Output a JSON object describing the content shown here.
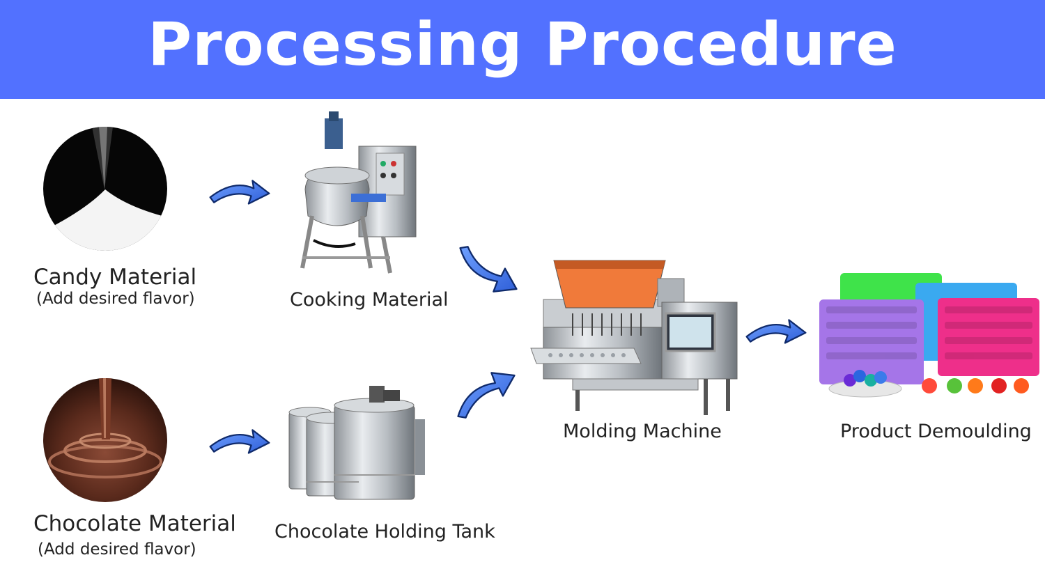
{
  "title": "Processing Procedure",
  "colors": {
    "banner": "#5271ff",
    "arrow": "#4a7bea",
    "arrow_dark": "#0f2a6b"
  },
  "inputs": [
    {
      "label": "Candy Material",
      "note": "(Add desired flavor)"
    },
    {
      "label": "Chocolate Material",
      "note": "(Add desired flavor)"
    }
  ],
  "steps": {
    "cooking": "Cooking Material",
    "chocolate_tank": "Chocolate Holding Tank",
    "molding": "Molding Machine",
    "demoulding": "Product Demoulding"
  }
}
